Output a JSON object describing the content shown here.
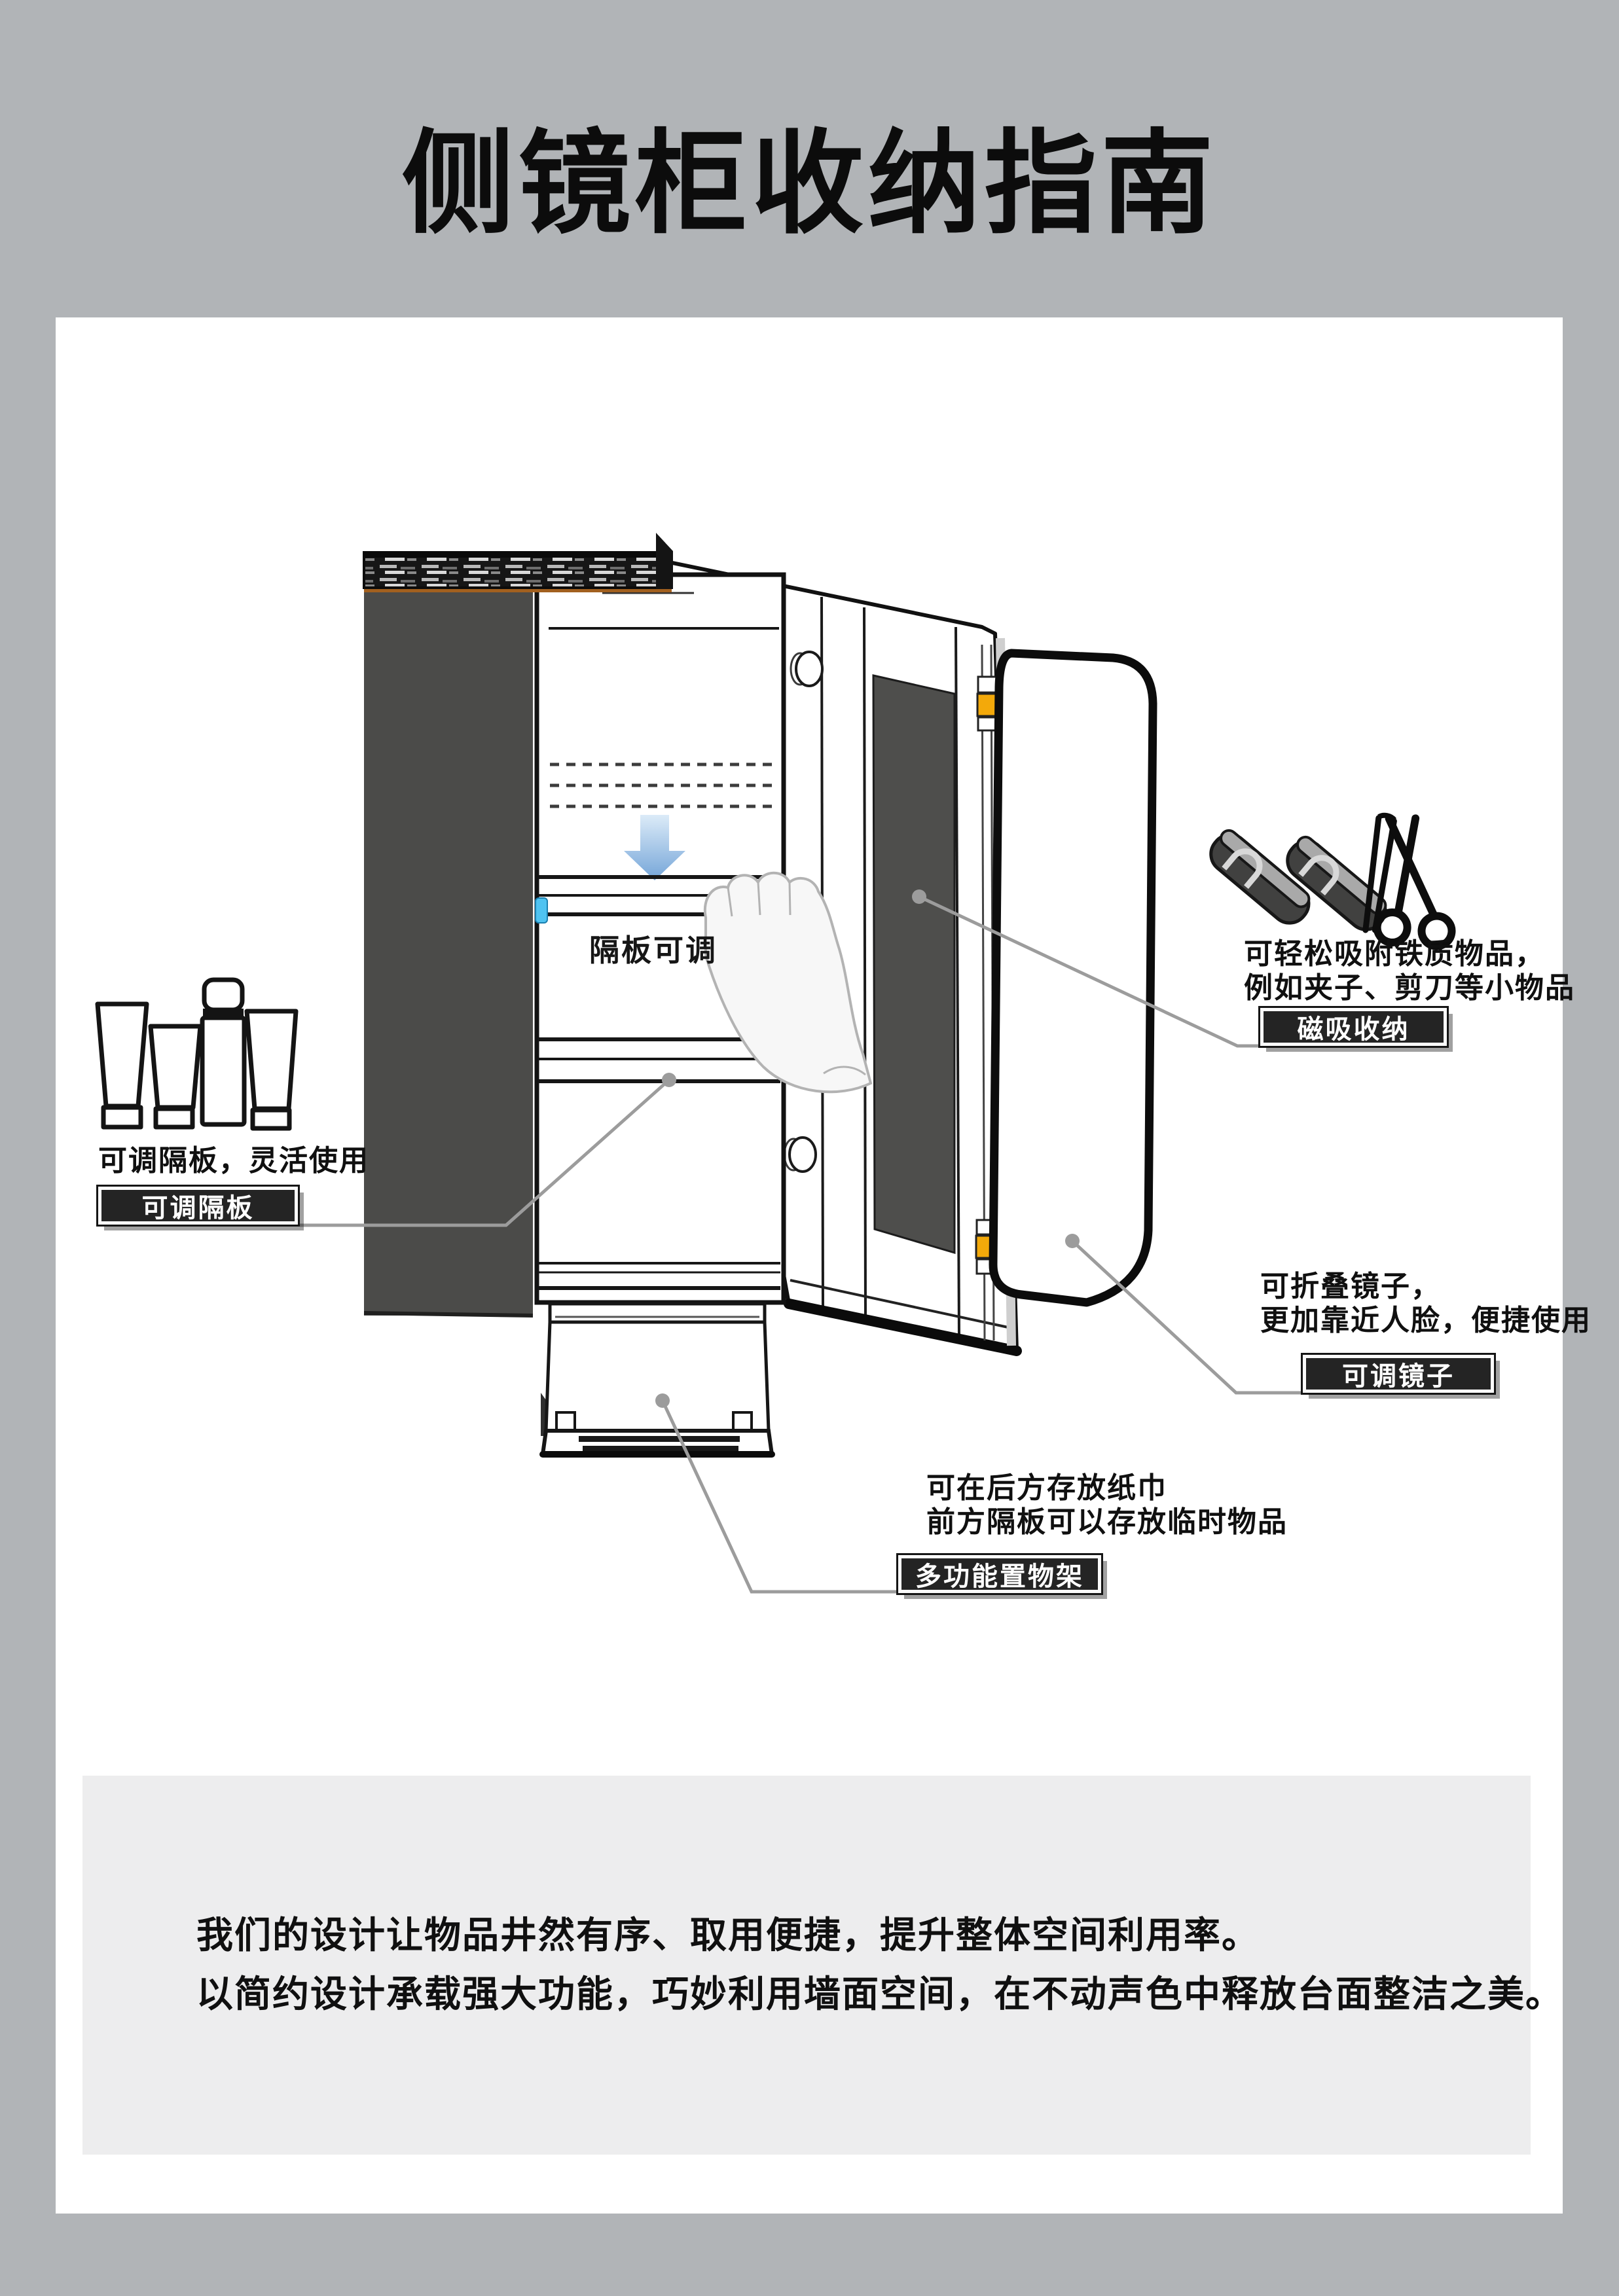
{
  "page": {
    "title": "侧镜柜收纳指南",
    "background_color": "#b1b4b7",
    "panel_color": "#ffffff",
    "footer_box_color": "#ededee"
  },
  "cabinet": {
    "shelf_note": "隔板可调"
  },
  "callouts": {
    "adjustable_shelf": {
      "desc": "可调隔板，灵活使用",
      "label": "可调隔板"
    },
    "magnetic_storage": {
      "desc_line1": "可轻松吸附铁质物品，",
      "desc_line2": "例如夹子、剪刀等小物品",
      "label": "磁吸收纳"
    },
    "foldable_mirror": {
      "desc_line1": "可折叠镜子，",
      "desc_line2": "更加靠近人脸，便捷使用",
      "label": "可调镜子"
    },
    "multi_function_shelf": {
      "desc_line1": "可在后方存放纸巾",
      "desc_line2": "前方隔板可以存放临时物品",
      "label": "多功能置物架"
    }
  },
  "footer": {
    "line1": "我们的设计让物品井然有序、取用便捷，提升整体空间利用率。",
    "line2": "以简约设计承载强大功能，巧妙利用墙面空间，在不动声色中释放台面整洁之美。"
  },
  "icons": {
    "left_group": [
      "cosmetic-tube-icon",
      "cosmetic-tube-icon",
      "thermos-icon",
      "cosmetic-tube-icon"
    ],
    "right_group": [
      "hair-clip-icon",
      "hair-clip-icon",
      "tweezers-icon",
      "scissors-icon"
    ],
    "inside": [
      "down-arrow-icon",
      "hand-icon"
    ]
  },
  "colors": {
    "accent_blue": "#7fabdb",
    "clip_blue": "#4fc3f1",
    "hinge_yellow": "#f3a90a",
    "label_bg": "#242424",
    "leader_gray": "#9c9c9c",
    "cabinet_dark": "#4b4b49",
    "mirror_dark": "#4e4e4c",
    "trim_orange": "#a2601f"
  }
}
